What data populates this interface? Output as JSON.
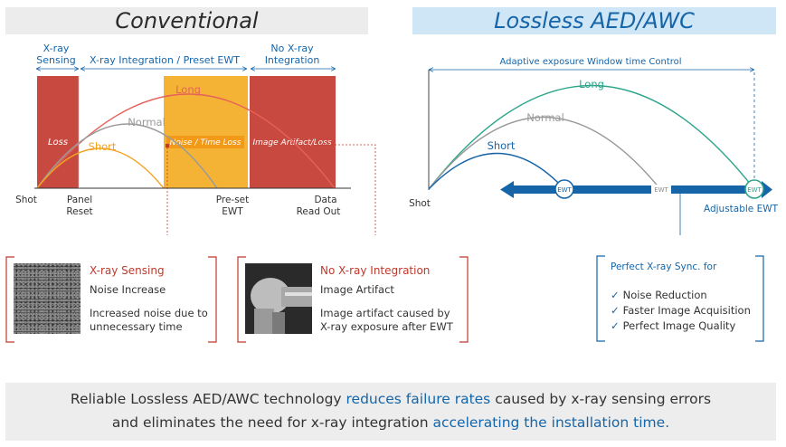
{
  "conventional": {
    "title": "Conventional",
    "phases": {
      "sensing": "X-ray\nSensing",
      "integration": "X-ray Integration / Preset EWT",
      "no_integration": "No X-ray\nIntegration"
    },
    "zones": {
      "loss": "Loss",
      "noise_time_loss": "Noise / Time Loss",
      "image_artifact_loss": "Image Artifact/Loss"
    },
    "curves": [
      "Long",
      "Normal",
      "Short"
    ],
    "axis_labels": {
      "shot": "Shot",
      "panel_reset": "Panel\nReset",
      "preset_ewt": "Pre-set\nEWT",
      "data_read_out": "Data\nRead Out"
    }
  },
  "aed": {
    "title": "Lossless AED/AWC",
    "span_label": "Adaptive exposure Window time Control",
    "curves": [
      "Long",
      "Normal",
      "Short"
    ],
    "ewt_marker": "EWT",
    "shot": "Shot",
    "adjustable": "Adjustable EWT"
  },
  "boxes": {
    "sensing": {
      "title": "X-ray Sensing",
      "line1": "Noise Increase",
      "line2": "Increased noise due to\nunnecessary time"
    },
    "integration": {
      "title": "No X-ray Integration",
      "line1": "Image Artifact",
      "line2": "Image artifact caused by\nX-ray exposure after EWT"
    },
    "sync": {
      "title": "Perfect X-ray Sync. for",
      "items": [
        "Noise Reduction",
        "Faster Image Acquisition",
        "Perfect Image Quality"
      ]
    }
  },
  "banner": {
    "line1_a": "Reliable Lossless AED/AWC technology ",
    "line1_b": "reduces failure rates",
    "line1_c": " caused by x-ray sensing errors",
    "line2_a": "and eliminates the need for x-ray integration ",
    "line2_b": "accelerating the installation time",
    "line2_c": "."
  },
  "colors": {
    "loss_red": "#c8493f",
    "noise_orange": "#f5b335",
    "long_red": "#e5625a",
    "normal_gray": "#9a9a9a",
    "short_orange": "#f2a21f",
    "teal": "#2aa58a",
    "blue": "#1565a8"
  }
}
